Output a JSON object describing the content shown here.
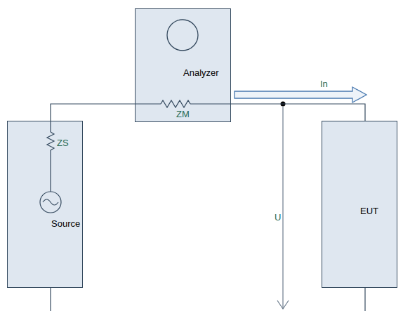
{
  "diagram": {
    "nodes": [
      {
        "text": [
          "Analyzer",
          "ZM"
        ]
      },
      {
        "text": [
          "ZS",
          "Source"
        ]
      },
      {
        "text": [
          "EUT"
        ]
      }
    ],
    "edges": [
      {
        "from": 1,
        "to": 0,
        "arrow": "none"
      },
      {
        "from": 0,
        "to": 2,
        "arrow": "none"
      }
    ],
    "labels": [
      "In",
      "U"
    ]
  }
}
